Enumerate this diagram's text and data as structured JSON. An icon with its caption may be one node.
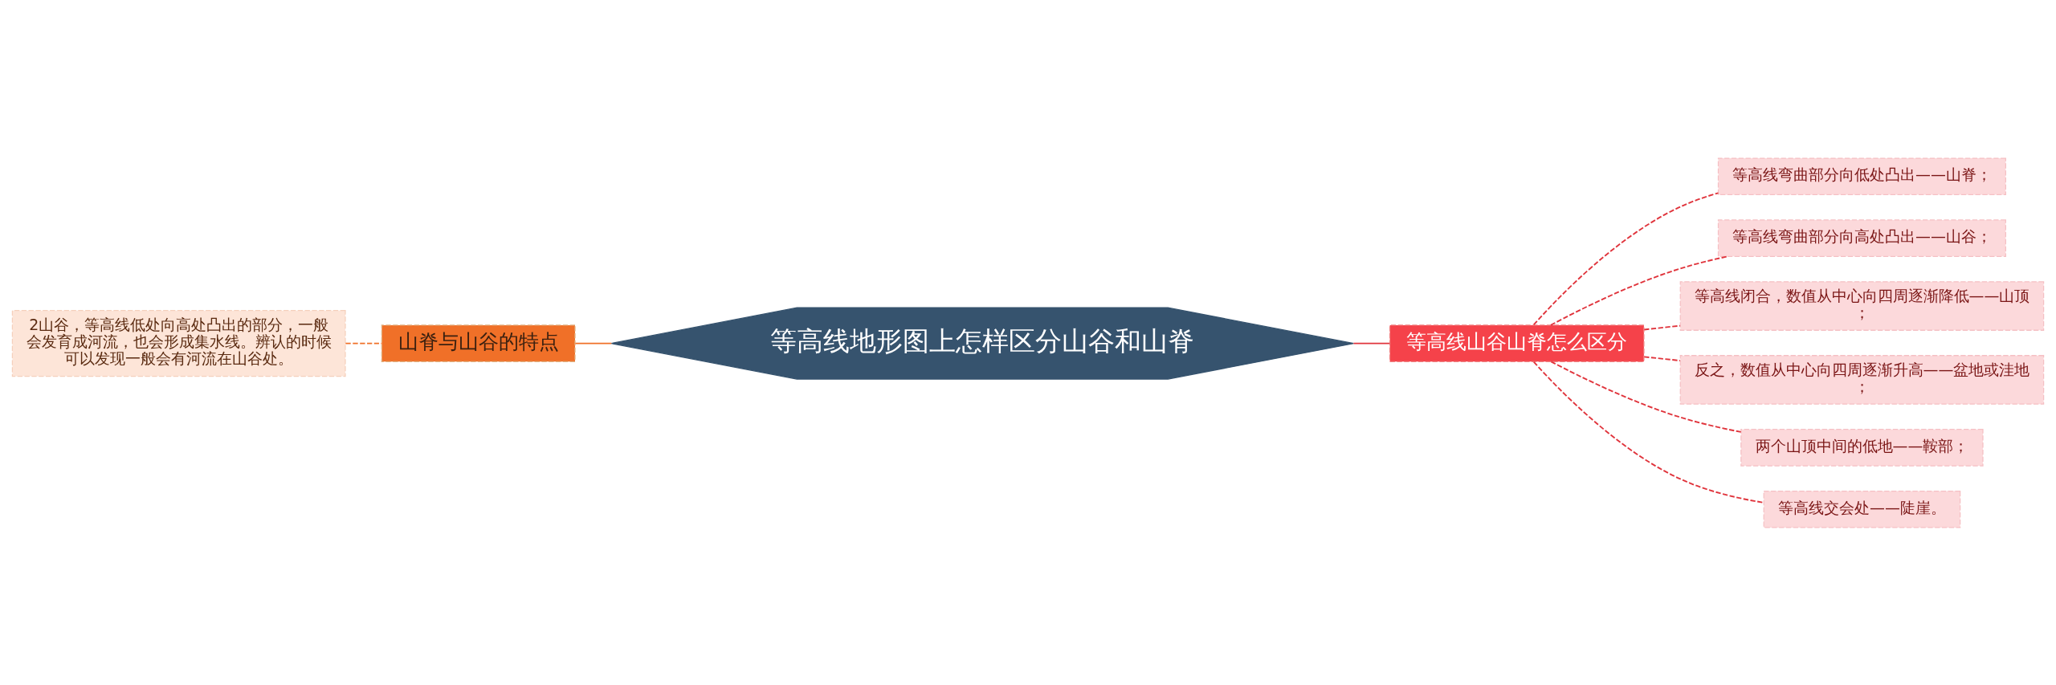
{
  "diagram": {
    "nodes": [
      {
        "text": [
          "等高线地形图上怎样区分山谷和山脊"
        ]
      },
      {
        "text": [
          "山脊与山谷的特点"
        ]
      },
      {
        "text": [
          "2山谷，等高线低处向高处凸出的部分，一般会发育成河流，也会形成集水线。辨认的时候可以发现一般会有河流在山谷处。"
        ]
      },
      {
        "text": [
          "等高线山谷山脊怎么区分"
        ]
      },
      {
        "text": [
          "等高线弯曲部分向低处凸出——山脊；"
        ]
      },
      {
        "text": [
          "等高线弯曲部分向高处凸出——山谷；"
        ]
      },
      {
        "text": [
          "等高线闭合，数值从中心向四周逐渐降低——山顶；"
        ]
      },
      {
        "text": [
          "反之，数值从中心向四周逐渐升高——盆地或洼地；"
        ]
      },
      {
        "text": [
          "两个山顶中间的低地——鞍部；"
        ]
      },
      {
        "text": [
          "等高线交会处——陡崖。"
        ]
      }
    ],
    "edges": [
      {
        "from": 0,
        "to": 1,
        "arrow": "none",
        "color": "#f07028"
      },
      {
        "from": 1,
        "to": 2,
        "arrow": "none",
        "style": "dashed",
        "color": "#f07028"
      },
      {
        "from": 0,
        "to": 3,
        "arrow": "none"
      },
      {
        "from": 3,
        "to": 4,
        "arrow": "none",
        "style": "dashed"
      },
      {
        "from": 3,
        "to": 5,
        "arrow": "none",
        "style": "dashed"
      },
      {
        "from": 3,
        "to": 6,
        "arrow": "none",
        "style": "dashed"
      },
      {
        "from": 3,
        "to": 7,
        "arrow": "none",
        "style": "dashed"
      },
      {
        "from": 3,
        "to": 8,
        "arrow": "none",
        "style": "dashed"
      },
      {
        "from": 3,
        "to": 9,
        "arrow": "none",
        "style": "dashed"
      }
    ]
  }
}
